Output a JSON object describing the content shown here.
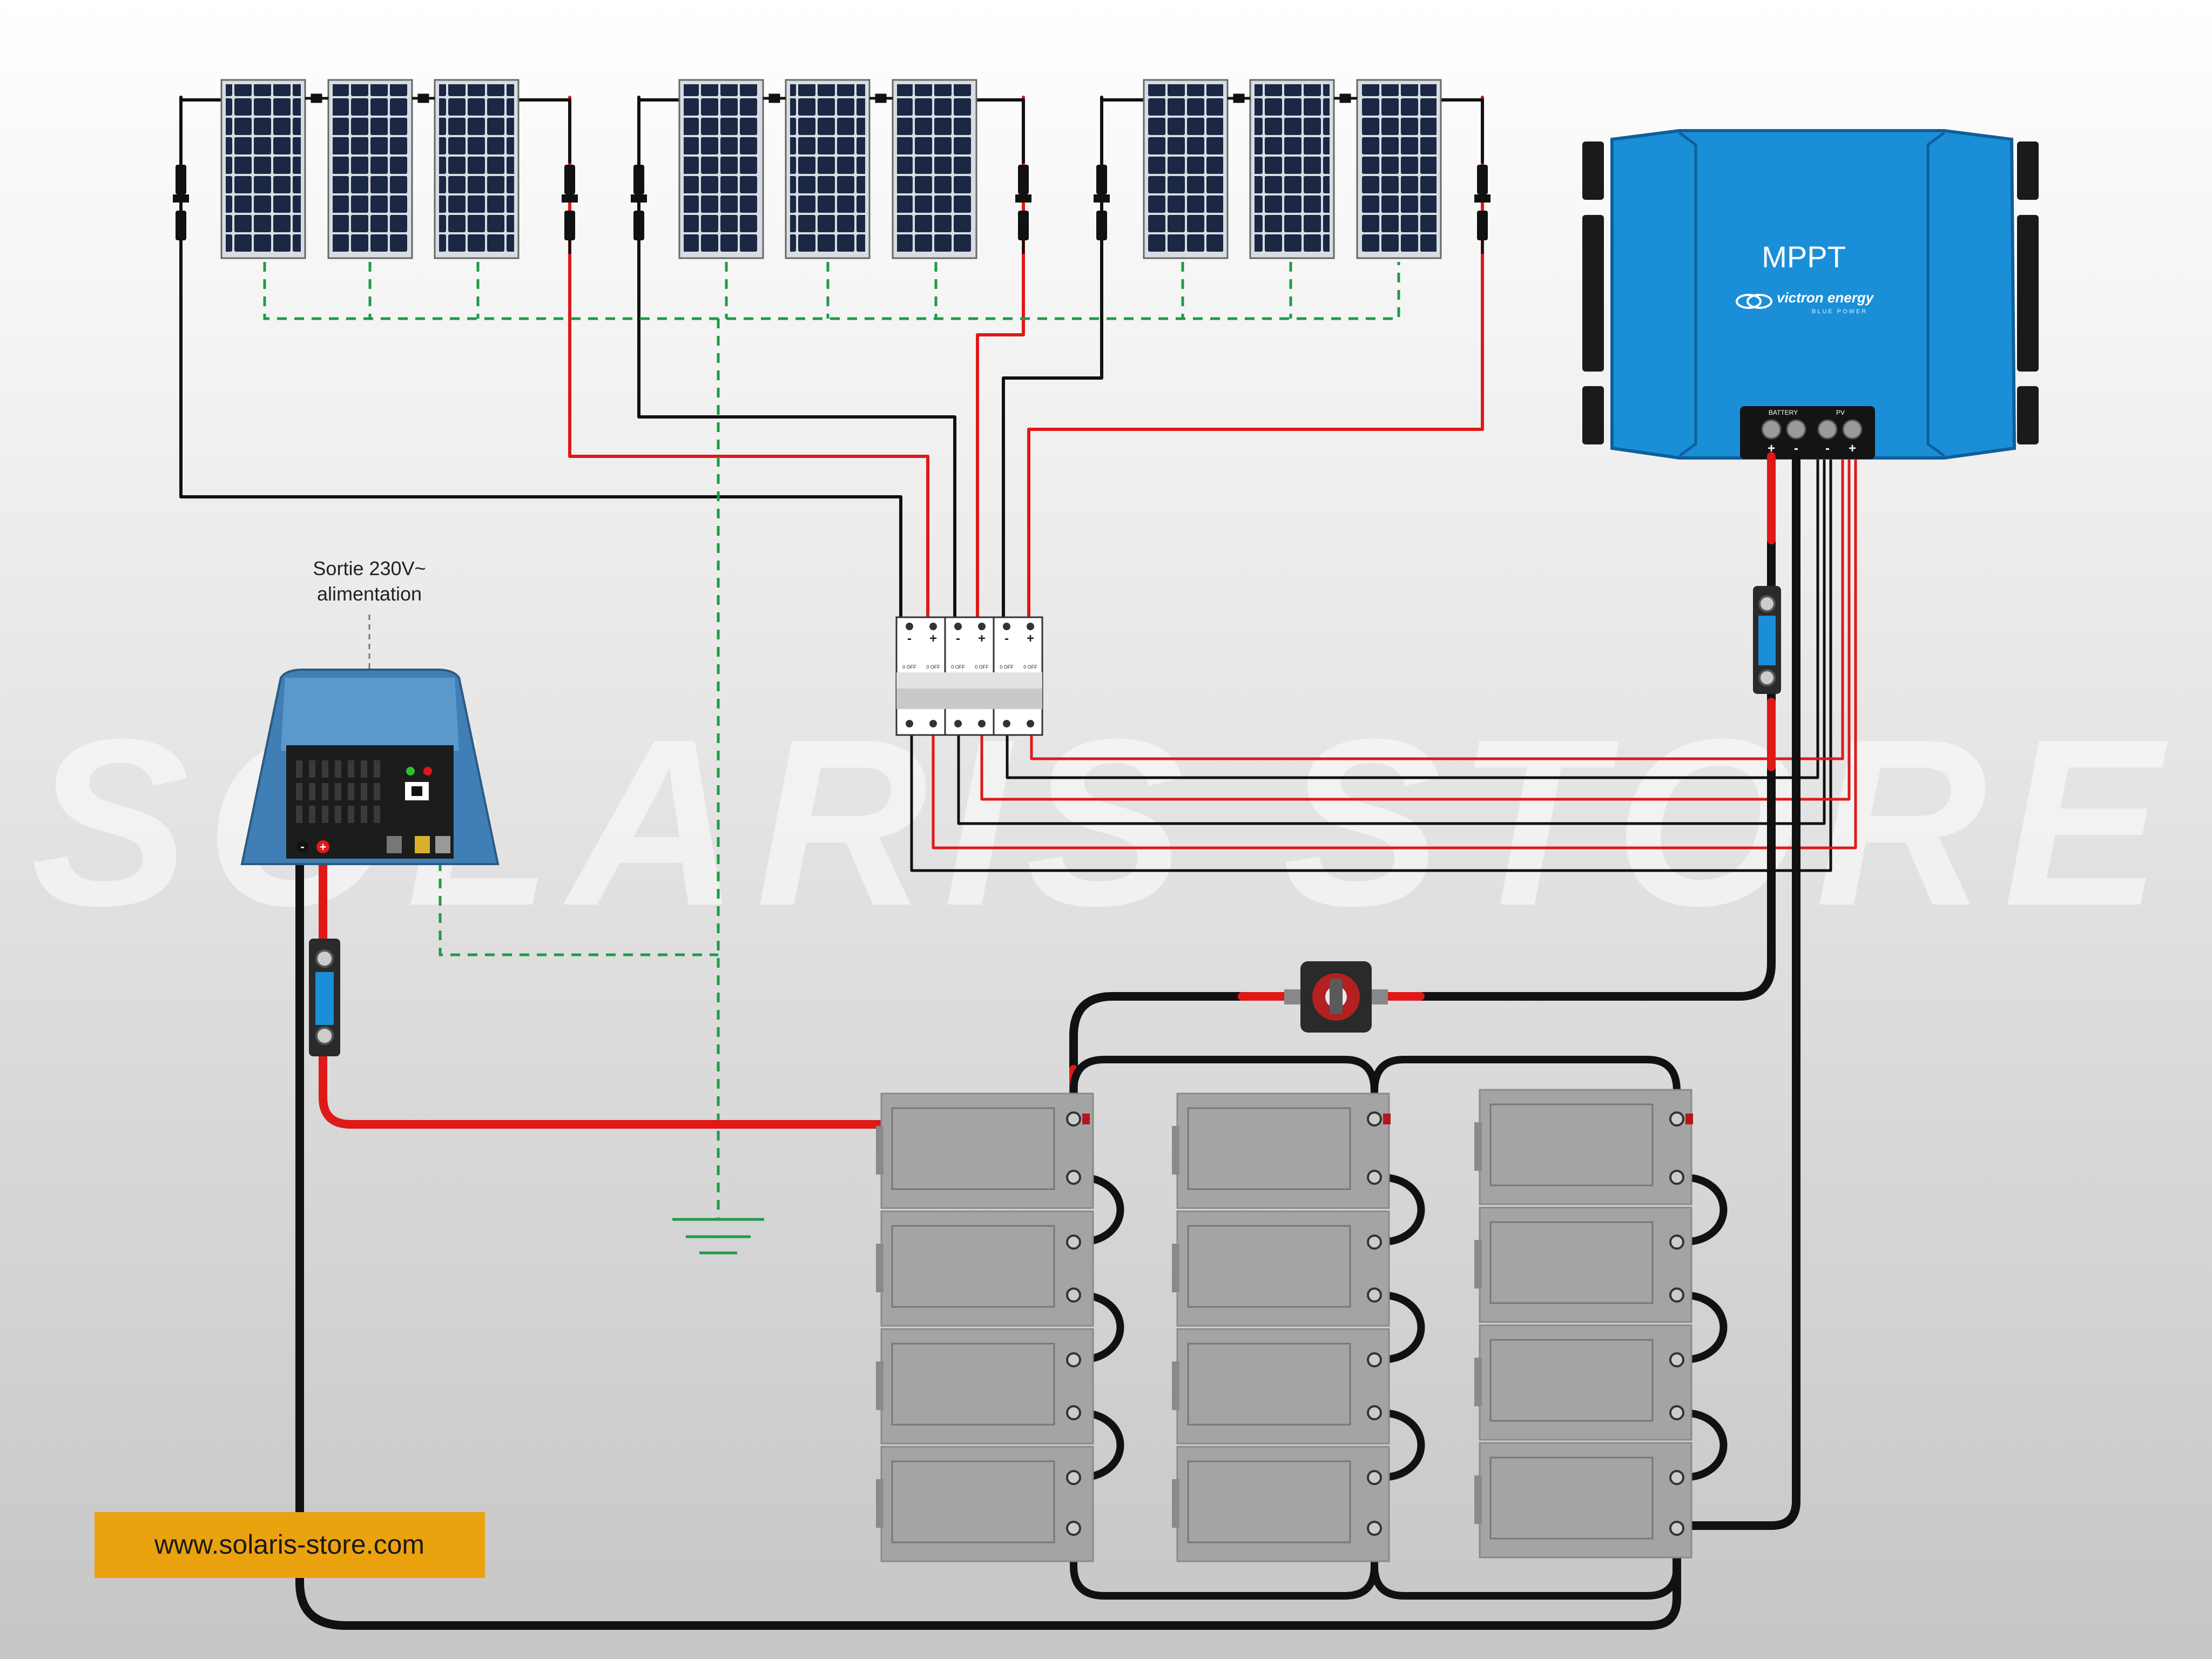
{
  "watermark": "SOLARIS STORE",
  "website": "www.solaris-store.com",
  "mppt": {
    "title": "MPPT",
    "brand": "victron energy",
    "brand_sub": "BLUE POWER",
    "battery_label": "BATTERY",
    "pv_label": "PV",
    "terminal_signs": [
      "+",
      "-",
      "-",
      "+"
    ]
  },
  "inverter": {
    "output_label_line1": "Sortie 230V~",
    "output_label_line2": "alimentation",
    "terminal_minus": "-",
    "terminal_plus": "+"
  },
  "breaker": {
    "signs": [
      "-",
      "+",
      "-",
      "+",
      "-",
      "+"
    ],
    "off_labels": [
      "0 OFF",
      "0 OFF",
      "0 OFF",
      "0 OFF",
      "0 OFF",
      "0 OFF"
    ]
  },
  "colors": {
    "background_top": "#ffffff",
    "background_bottom": "#c4c4c4",
    "mppt_blue": "#1a8fd8",
    "inverter_blue": "#3f7fb5",
    "dc_positive": "#e01818",
    "dc_negative": "#111111",
    "ground_wire": "#1e9a4a",
    "panel_cell": "#1a2540",
    "battery_grey": "#a4a4a4",
    "website_bg": "#eba20f"
  }
}
